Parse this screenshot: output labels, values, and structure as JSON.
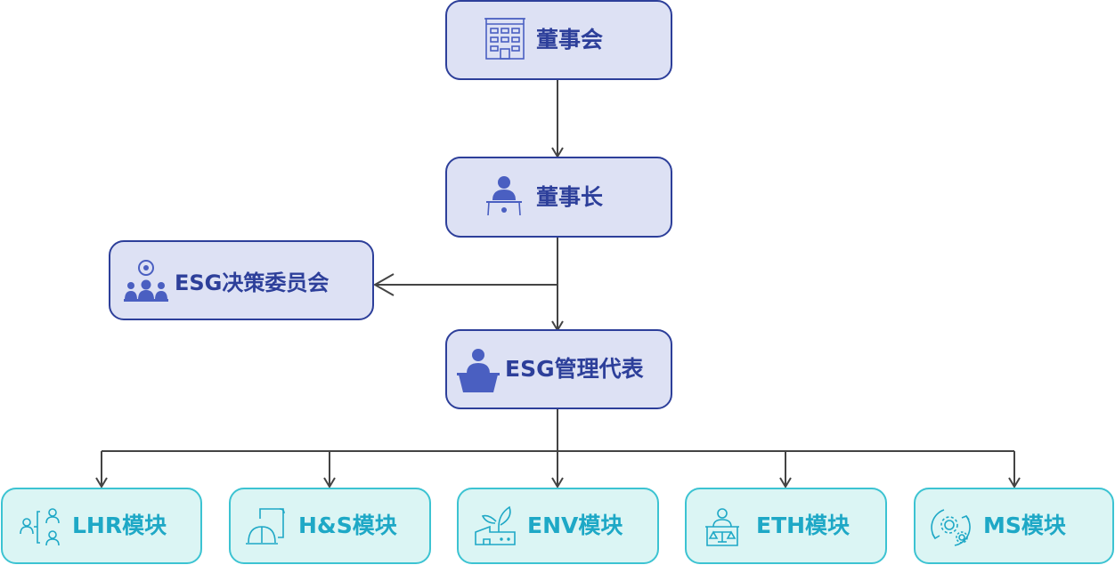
{
  "diagram": {
    "nodes": {
      "board": {
        "label": "董事会",
        "icon": "building-icon"
      },
      "chairman": {
        "label": "董事长",
        "icon": "chairman-at-desk-icon"
      },
      "esg_committee": {
        "label": "ESG决策委员会",
        "icon": "committee-group-icon"
      },
      "esg_rep": {
        "label": "ESG管理代表",
        "icon": "representative-at-desk-icon"
      },
      "modules": [
        {
          "label": "LHR模块",
          "icon": "people-network-icon"
        },
        {
          "label": "H&S模块",
          "icon": "hardhat-blueprint-icon"
        },
        {
          "label": "ENV模块",
          "icon": "sprout-factory-icon"
        },
        {
          "label": "ETH模块",
          "icon": "person-scales-icon"
        },
        {
          "label": "MS模块",
          "icon": "gears-cycle-icon"
        }
      ]
    },
    "colors": {
      "blue_fill": "#dde1f4",
      "blue_border": "#2d3f9a",
      "blue_text": "#2d3f9a",
      "blue_icon": "#4a5fc1",
      "teal_fill": "#dbf5f4",
      "teal_border": "#3cc3d2",
      "teal_text": "#1ea8c6",
      "connector": "#444444"
    }
  }
}
